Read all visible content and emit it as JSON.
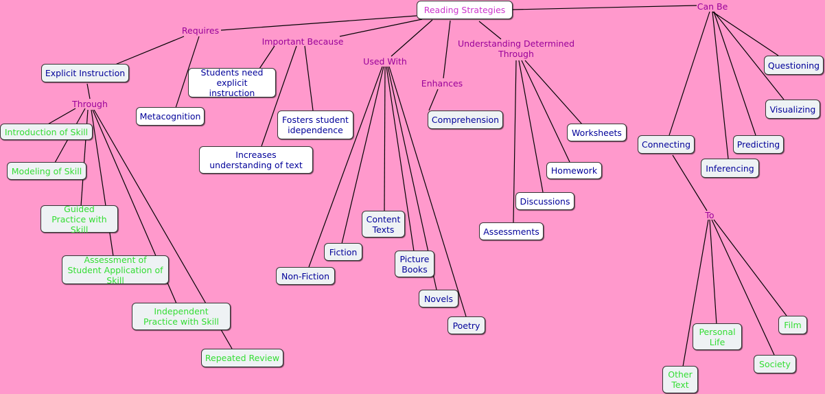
{
  "root": "Reading Strategies",
  "links": {
    "requires": "Requires",
    "important_because": "Important Because",
    "used_with": "Used With",
    "enhances": "Enhances",
    "understanding_determined": "Understanding Determined Through",
    "can_be": "Can Be",
    "through": "Through",
    "to": "To"
  },
  "concepts": {
    "explicit_instruction": "Explicit Instruction",
    "metacognition": "Metacognition",
    "students_need": "Students need explicit instruction",
    "fosters": "Fosters student idependence",
    "increases": "Increases understanding of text",
    "comprehension": "Comprehension",
    "introduction": "Introduction of Skill",
    "modeling": "Modeling of Skill",
    "guided": "Guided Practice with Skill",
    "assessment_student": "Assessment of Student Application of Skill",
    "independent": "Independent Practice with Skill",
    "repeated": "Repeated Review",
    "content_texts": "Content Texts",
    "fiction": "Fiction",
    "non_fiction": "Non-Fiction",
    "picture_books": "Picture Books",
    "novels": "Novels",
    "poetry": "Poetry",
    "worksheets": "Worksheets",
    "homework": "Homework",
    "discussions": "Discussions",
    "assessments": "Assessments",
    "questioning": "Questioning",
    "visualizing": "Visualizing",
    "predicting": "Predicting",
    "connecting": "Connecting",
    "inferencing": "Inferencing",
    "personal_life": "Personal Life",
    "film": "Film",
    "society": "Society",
    "other_text": "Other Text"
  },
  "colors": {
    "background": "#ff99cc",
    "link_text": "#990099",
    "root_text": "#cc33cc",
    "concept_text": "#000099",
    "skill_text": "#33dd33"
  }
}
